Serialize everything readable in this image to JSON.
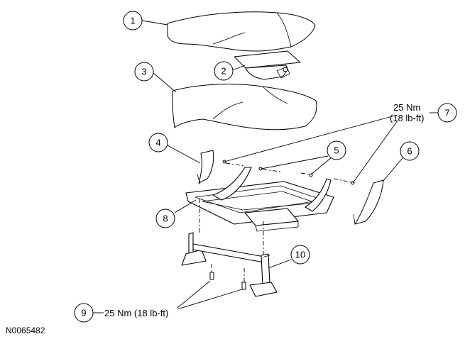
{
  "diagram": {
    "figure_id": "N0065482",
    "callouts": [
      "1",
      "2",
      "3",
      "4",
      "5",
      "6",
      "7",
      "8",
      "9",
      "10"
    ],
    "torque_7_line1": "25 Nm",
    "torque_7_line2": "(18 lb-ft)",
    "torque_9": "25 Nm (18 lb-ft)"
  }
}
